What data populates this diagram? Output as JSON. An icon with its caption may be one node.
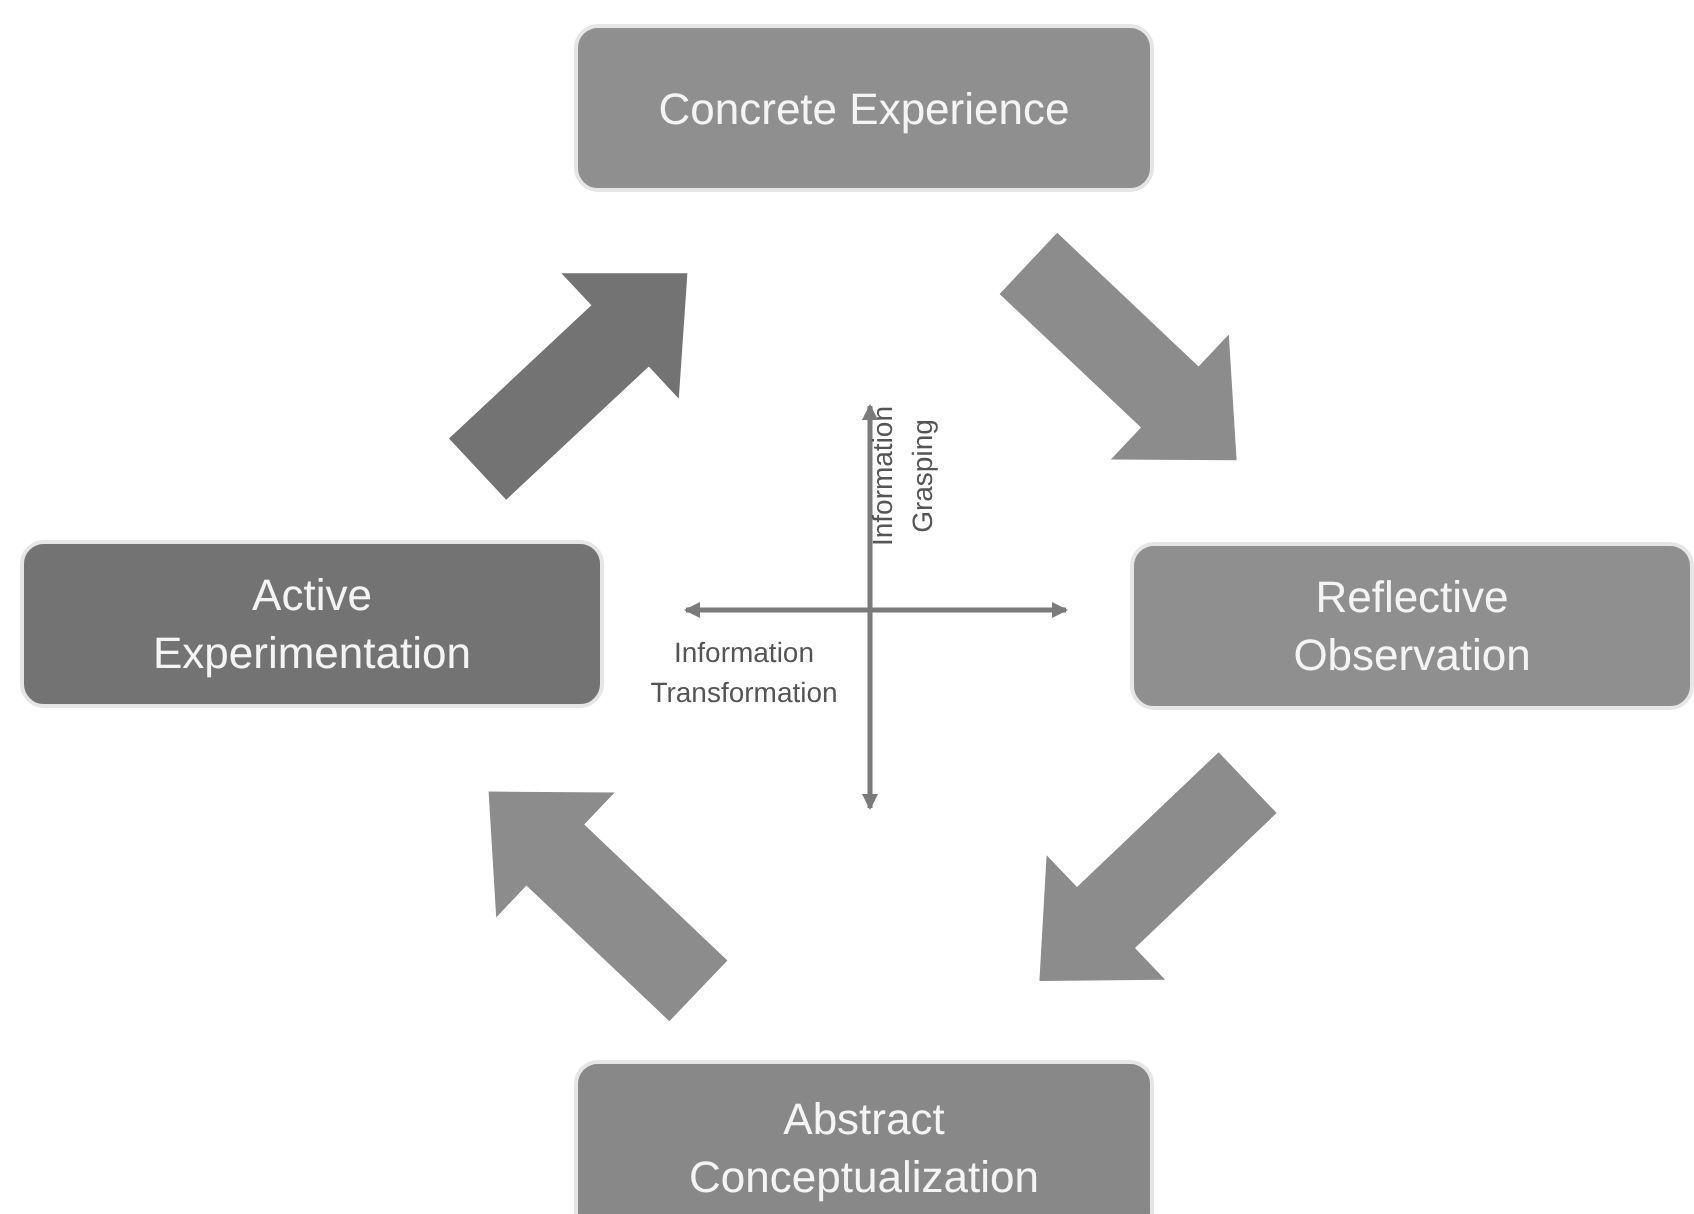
{
  "diagram": {
    "nodes": [
      {
        "text": [
          "Concrete Experience"
        ]
      },
      {
        "text": [
          "Reflective Observation"
        ]
      },
      {
        "text": [
          "Abstract Conceptualization"
        ]
      },
      {
        "text": [
          "Active Experimentation"
        ]
      }
    ],
    "edges": [
      {
        "from": 3,
        "to": 0,
        "arrow": "to",
        "style": "thick",
        "color": "#737373"
      },
      {
        "from": 0,
        "to": 1,
        "arrow": "to",
        "style": "thick"
      },
      {
        "from": 1,
        "to": 2,
        "arrow": "to",
        "style": "thick"
      },
      {
        "from": 2,
        "to": 3,
        "arrow": "to",
        "style": "thick"
      }
    ],
    "labels": [
      "Information Grasping",
      "Information Transformation"
    ]
  }
}
